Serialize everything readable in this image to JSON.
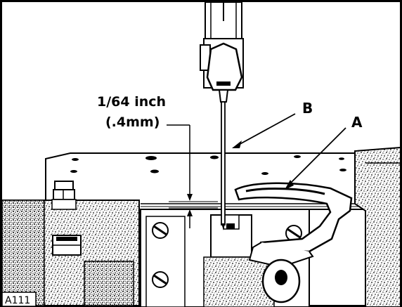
{
  "figure": {
    "id_label": "A111",
    "gap_measurement": {
      "line1": "1/64 inch",
      "line2": "(.4mm)"
    },
    "callouts": {
      "needle": "B",
      "looper": "A"
    }
  },
  "colors": {
    "ink": "#000000",
    "paper": "#ffffff"
  }
}
